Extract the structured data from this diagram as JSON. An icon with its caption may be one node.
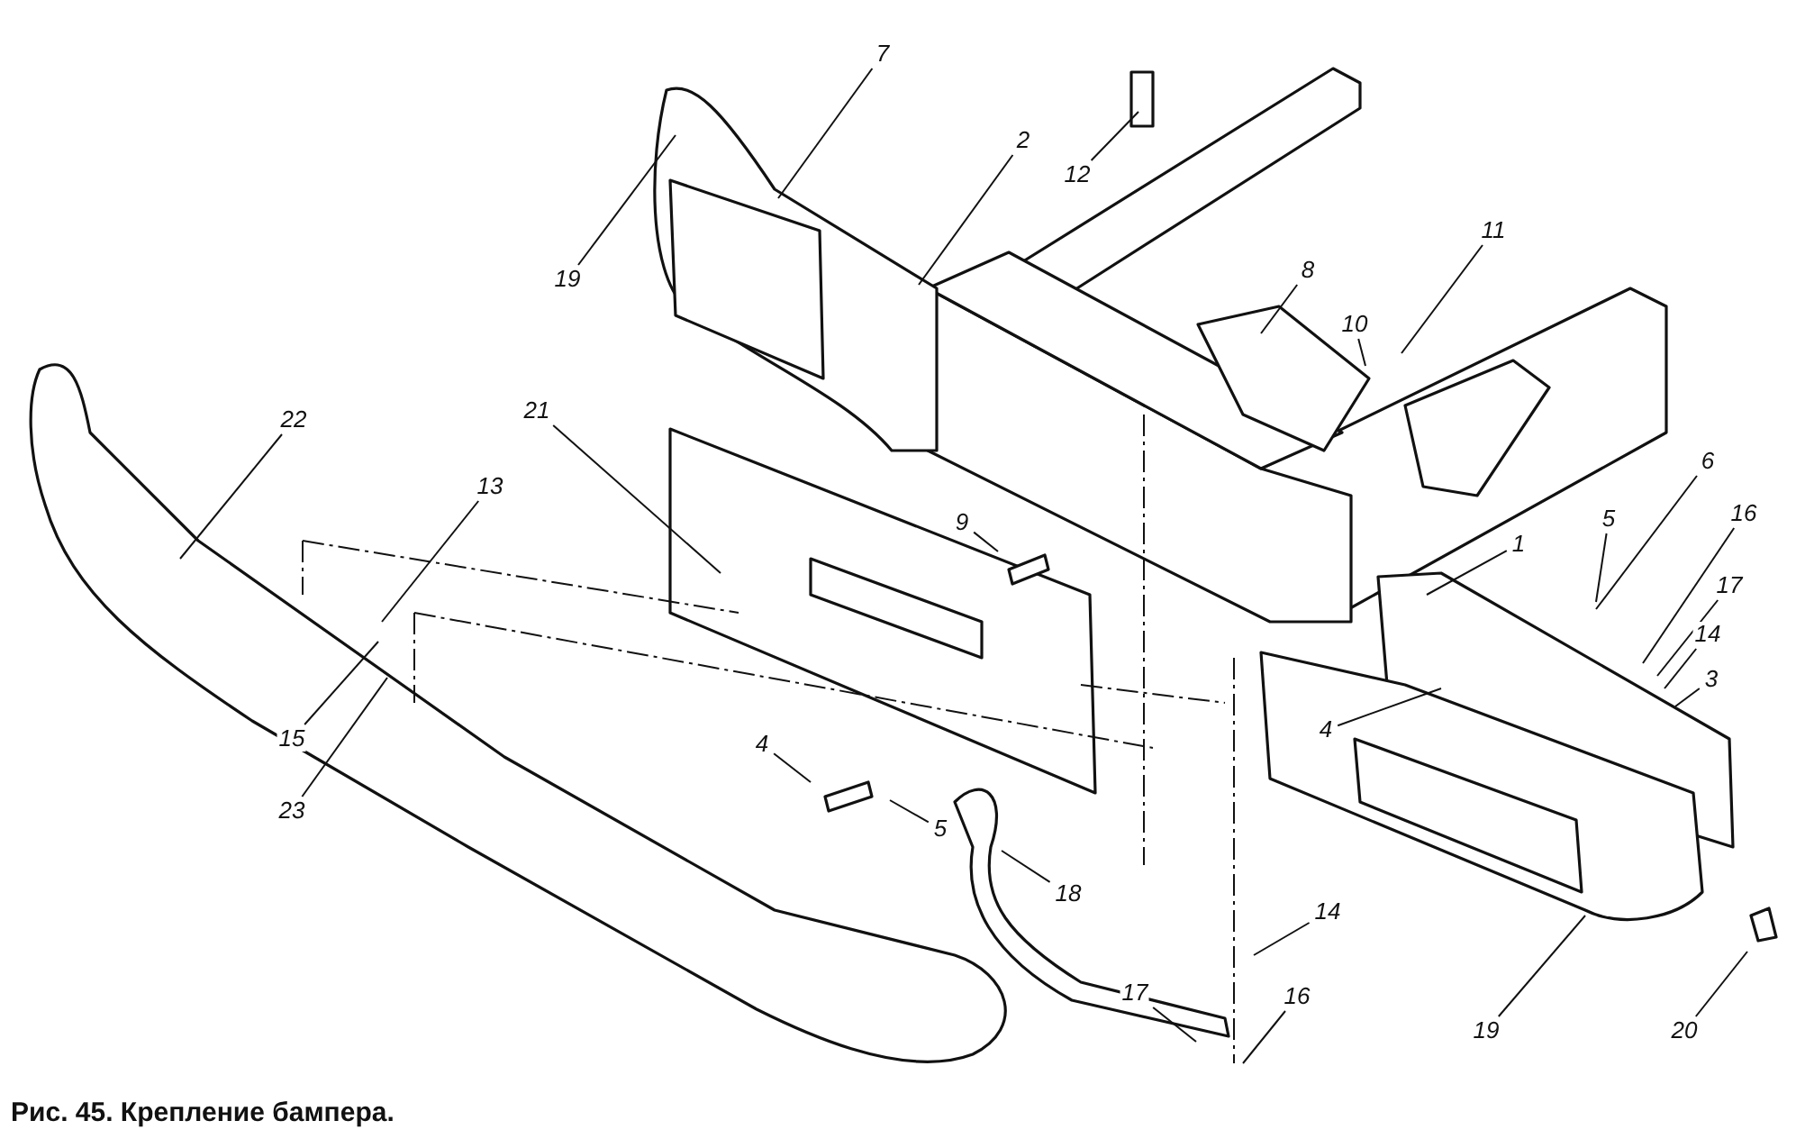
{
  "diagram": {
    "caption": "Рис. 45. Крепление бампера.",
    "nodes": [
      {
        "text": [
          "7"
        ]
      },
      {
        "text": [
          "2"
        ]
      },
      {
        "text": [
          "12"
        ]
      },
      {
        "text": [
          "19"
        ]
      },
      {
        "text": [
          "11"
        ]
      },
      {
        "text": [
          "8"
        ]
      },
      {
        "text": [
          "10"
        ]
      },
      {
        "text": [
          "22"
        ]
      },
      {
        "text": [
          "21"
        ]
      },
      {
        "text": [
          "6"
        ]
      },
      {
        "text": [
          "13"
        ]
      },
      {
        "text": [
          "16"
        ]
      },
      {
        "text": [
          "5"
        ]
      },
      {
        "text": [
          "9"
        ]
      },
      {
        "text": [
          "1"
        ]
      },
      {
        "text": [
          "17"
        ]
      },
      {
        "text": [
          "14"
        ]
      },
      {
        "text": [
          "3"
        ]
      },
      {
        "text": [
          "4"
        ]
      },
      {
        "text": [
          "15"
        ]
      },
      {
        "text": [
          "4"
        ]
      },
      {
        "text": [
          "23"
        ]
      },
      {
        "text": [
          "5"
        ]
      },
      {
        "text": [
          "18"
        ]
      },
      {
        "text": [
          "14"
        ]
      },
      {
        "text": [
          "17"
        ]
      },
      {
        "text": [
          "16"
        ]
      },
      {
        "text": [
          "19"
        ]
      },
      {
        "text": [
          "20"
        ]
      }
    ],
    "edges": [
      {
        "from": 0,
        "to": null,
        "arrow": "none"
      },
      {
        "from": 1,
        "to": null,
        "arrow": "none"
      },
      {
        "from": 2,
        "to": null,
        "arrow": "none"
      },
      {
        "from": 3,
        "to": null,
        "arrow": "none"
      },
      {
        "from": 4,
        "to": null,
        "arrow": "none"
      },
      {
        "from": 5,
        "to": null,
        "arrow": "none"
      },
      {
        "from": 6,
        "to": null,
        "arrow": "none"
      },
      {
        "from": 7,
        "to": null,
        "arrow": "none"
      },
      {
        "from": 8,
        "to": null,
        "arrow": "none"
      },
      {
        "from": 9,
        "to": null,
        "arrow": "none"
      },
      {
        "from": 10,
        "to": null,
        "arrow": "none"
      },
      {
        "from": 11,
        "to": null,
        "arrow": "none"
      },
      {
        "from": 12,
        "to": null,
        "arrow": "none"
      },
      {
        "from": 13,
        "to": null,
        "arrow": "none"
      },
      {
        "from": 14,
        "to": null,
        "arrow": "none"
      },
      {
        "from": 15,
        "to": null,
        "arrow": "none"
      },
      {
        "from": 16,
        "to": null,
        "arrow": "none"
      },
      {
        "from": 17,
        "to": null,
        "arrow": "none"
      },
      {
        "from": 18,
        "to": null,
        "arrow": "none"
      },
      {
        "from": 19,
        "to": null,
        "arrow": "none"
      },
      {
        "from": 20,
        "to": null,
        "arrow": "none"
      },
      {
        "from": 21,
        "to": null,
        "arrow": "none"
      },
      {
        "from": 22,
        "to": null,
        "arrow": "none"
      },
      {
        "from": 23,
        "to": null,
        "arrow": "none"
      },
      {
        "from": 24,
        "to": null,
        "arrow": "none"
      },
      {
        "from": 25,
        "to": null,
        "arrow": "none"
      },
      {
        "from": 26,
        "to": null,
        "arrow": "none"
      },
      {
        "from": 27,
        "to": null,
        "arrow": "none"
      },
      {
        "from": 28,
        "to": null,
        "arrow": "none"
      }
    ]
  }
}
